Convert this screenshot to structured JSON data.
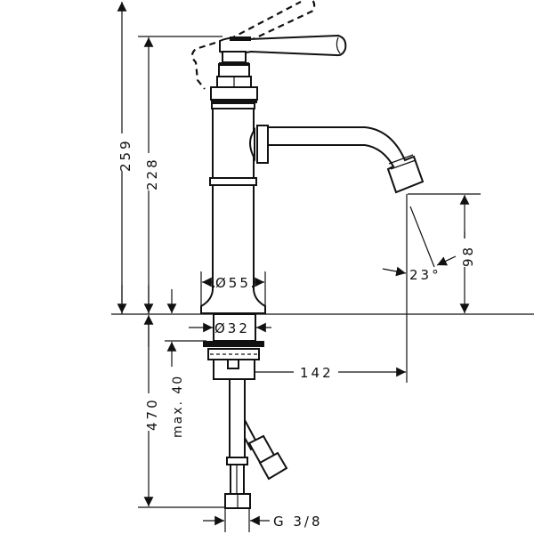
{
  "drawing": {
    "dimensions": {
      "total_height": "259",
      "handle_height": "228",
      "body_diameter": "Ø55",
      "shank_diameter": "Ø32",
      "spout_projection": "142",
      "jet_angle": "23°",
      "spout_outlet_height": "98",
      "hose_length": "470",
      "max_deck_thickness": "max. 40",
      "connection_thread": "G 3/8"
    },
    "line_color": "#111111",
    "background": "#ffffff"
  }
}
